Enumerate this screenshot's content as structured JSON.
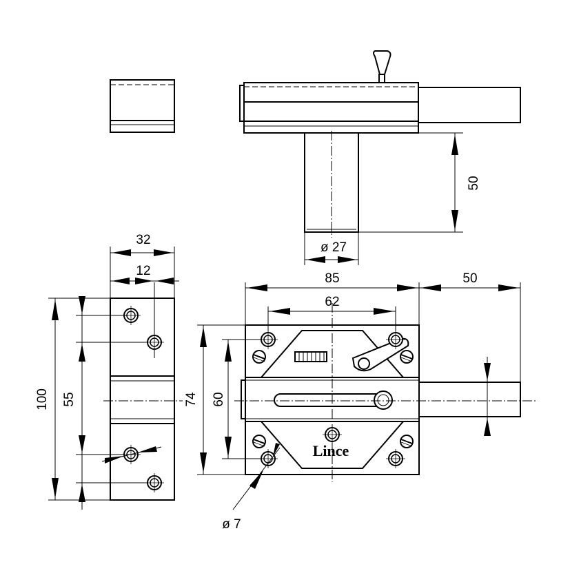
{
  "dimensions": {
    "plate_width": "32",
    "hole_offset": "12",
    "plate_height": "100",
    "hole_spacing": "55",
    "body_width": "85",
    "body_hole_spacing": "62",
    "body_height": "74",
    "body_inner_height": "60",
    "bolt_extension": "50",
    "cylinder_length": "50",
    "cylinder_diameter": "ø 27",
    "hole_diameter": "ø 7"
  },
  "brand": "Lince"
}
